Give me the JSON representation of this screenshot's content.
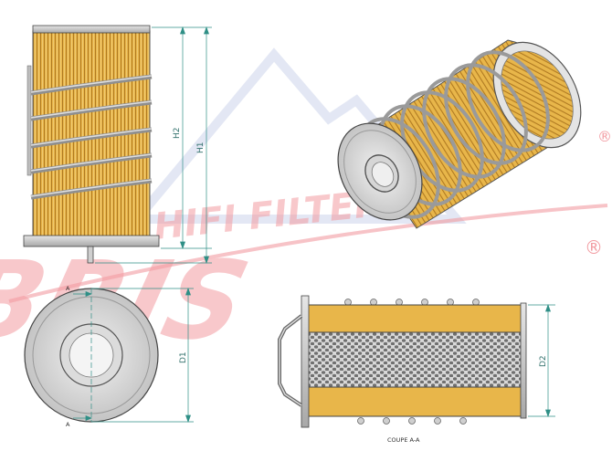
{
  "watermark": {
    "brand_main": "BRIS",
    "brand_sub": "HIFI FILTER",
    "registered": "®",
    "color_red": "#e84a55",
    "color_blue": "#8f9fd0"
  },
  "dimensions": {
    "h1": "H1",
    "h2": "H2",
    "d1": "D1",
    "d2": "D2",
    "section_mark_top": "A",
    "section_mark_bottom": "A"
  },
  "caption": {
    "section": "COUPE A-A"
  },
  "colors": {
    "filter_yellow": "#e8b64a",
    "filter_yellow_dark": "#c18a2a",
    "steel_grey": "#b9b9b9",
    "dim_line": "#2f8f86",
    "outline": "#333333"
  }
}
